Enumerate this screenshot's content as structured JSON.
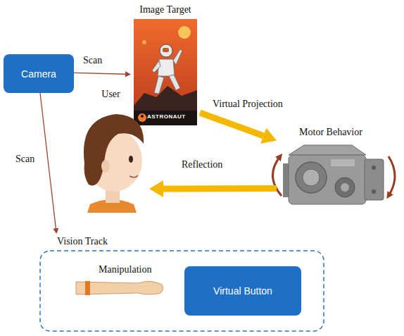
{
  "diagram": {
    "nodes": [
      {
        "text": [
          "Camera"
        ]
      },
      {
        "text": [
          "Image Target",
          "ASTRONAUT"
        ]
      },
      {
        "text": [
          "User"
        ]
      },
      {
        "text": [
          "Motor Behavior"
        ]
      },
      {
        "text": [
          "Vision Track"
        ]
      },
      {
        "text": [
          "Virtual Button"
        ],
        "in": 4
      }
    ],
    "edges": [
      {
        "from": 0,
        "to": 1,
        "label": "Scan",
        "arrow": "to"
      },
      {
        "from": 1,
        "to": 3,
        "label": "Virtual Projection",
        "arrow": "to"
      },
      {
        "from": 3,
        "to": 2,
        "label": "Reflection",
        "arrow": "to"
      },
      {
        "from": 0,
        "to": 4,
        "label": "Scan",
        "arrow": "to"
      }
    ],
    "labels": [
      "Manipulation"
    ]
  }
}
